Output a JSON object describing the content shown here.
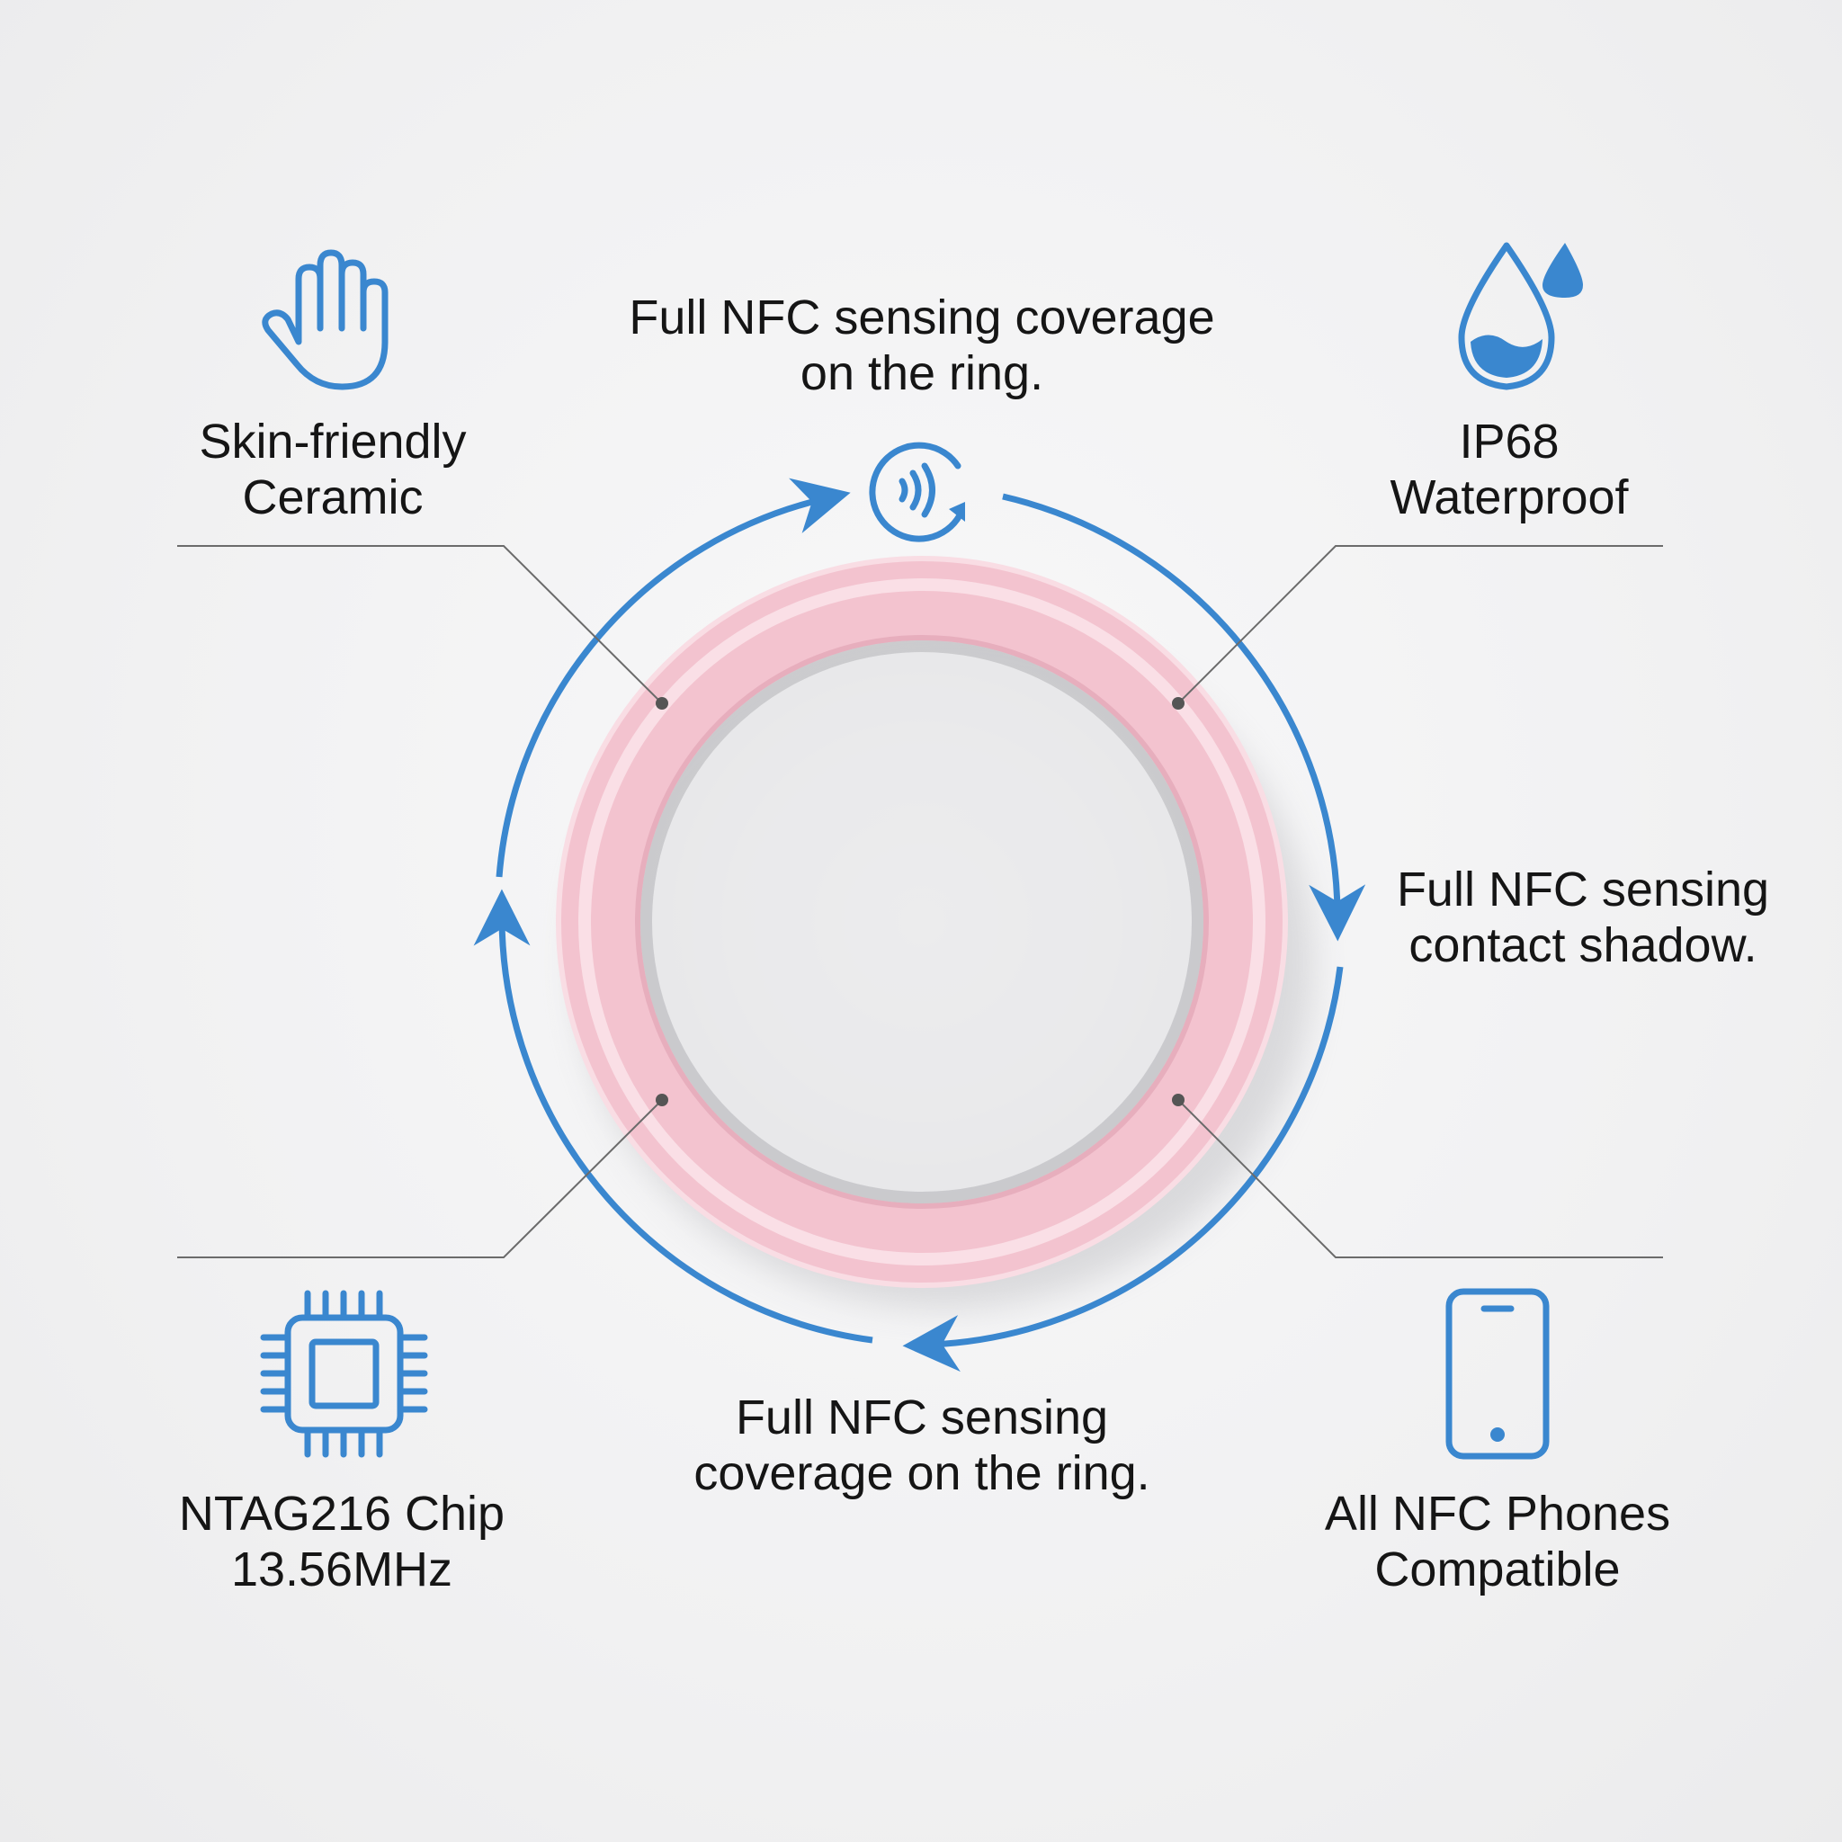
{
  "features": {
    "top_left": {
      "line1": "Skin-friendly",
      "line2": "Ceramic"
    },
    "top_center": {
      "line1": "Full NFC sensing coverage",
      "line2": "on the ring."
    },
    "top_right": {
      "line1": "IP68",
      "line2": "Waterproof"
    },
    "middle_right": {
      "line1": "Full NFC sensing",
      "line2": "contact shadow."
    },
    "bottom_center": {
      "line1": "Full NFC sensing",
      "line2": "coverage on the ring."
    },
    "bottom_left": {
      "line1": "NTAG216 Chip",
      "line2": "13.56MHz"
    },
    "bottom_right": {
      "line1": "All NFC Phones",
      "line2": "Compatible"
    }
  },
  "icons": {
    "top_left": "hand-icon",
    "top_center": "nfc-signal-icon",
    "top_right": "water-drop-icon",
    "bottom_left": "chip-icon",
    "bottom_right": "smartphone-icon"
  },
  "colors": {
    "accent": "#3a87cf",
    "ring": "#f4c7d2",
    "leader_line": "#6b6b6b",
    "text": "#151515"
  }
}
